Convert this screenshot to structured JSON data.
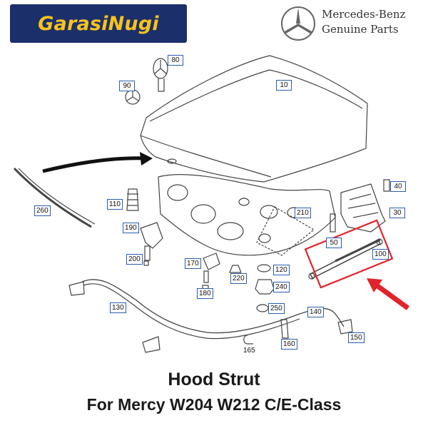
{
  "header": {
    "shop_logo_text": "GarasiNugi",
    "brand_name": "Mercedes-Benz",
    "brand_tagline": "Genuine Parts",
    "brand_icon": "three-pointed-star-icon"
  },
  "colors": {
    "logo_bg": "#1b2f6b",
    "logo_text": "#f7c21b",
    "label_border": "#2a5db0",
    "highlight_red": "#e0242a"
  },
  "parts": {
    "p10": "10",
    "p40": "40",
    "p30": "30",
    "p50": "50",
    "p80": "80",
    "p90": "90",
    "p100": "100",
    "p110": "110",
    "p120": "120",
    "p130": "130",
    "p140": "140",
    "p150": "150",
    "p160": "160",
    "p165": "165",
    "p170": "170",
    "p180": "180",
    "p190": "190",
    "p200": "200",
    "p210": "210",
    "p220": "220",
    "p240": "240",
    "p250": "250",
    "p260": "260"
  },
  "caption": {
    "title": "Hood Strut",
    "subtitle": "For Mercy W204 W212 C/E-Class"
  }
}
